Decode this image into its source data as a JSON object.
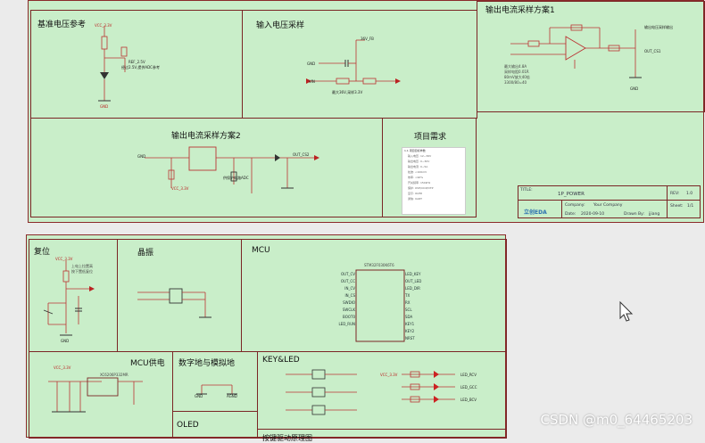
{
  "sheet1": {
    "sections": {
      "vref": "基准电压参考",
      "vin": "输入电压采样",
      "iout1": "输出电流采样方案1",
      "iout2": "输出电流采样方案2",
      "req": "项目需求"
    },
    "notes": {
      "vref_note": "经过2.5V,提供ADC参考",
      "vin_note": "最大36V,采样3.3V",
      "iout1_note_1": "最大输出4.8A",
      "iout1_note_2": "采样电阻0.01R",
      "iout1_note_3": "80mV放大40倍",
      "iout1_note_4": "3300/80=40",
      "iout1_out": "输出电压采样输出",
      "iout2_note": "供保护电路ADC"
    },
    "nets": {
      "vcc33": "VCC_3.3V",
      "vref25": "REF_2.5V",
      "v36": "36V_FB",
      "gnd": "GND",
      "vin": "VIN",
      "out_cs1": "OUT_CS1",
      "out_cs2": "OUT_CS2"
    },
    "req_lines": [
      "1.1 项目目标参数",
      "输入电压: 12~36V",
      "输出电压: 0~30V",
      "输出电流: 0~5A",
      "纹波: <100mV",
      "效率: >90%",
      "开关频率: 150kHz",
      "保护: OVP/OCP/OTP",
      "显示: OLED",
      "通信: UART"
    ],
    "title_block": {
      "title_label": "TITLE:",
      "title_value": "1P_POWER",
      "rev_label": "REV:",
      "rev_value": "1.0",
      "logo": "立创EDA",
      "company_label": "Company:",
      "company_value": "Your Company",
      "sheet_label": "Sheet:",
      "sheet_value": "1/1",
      "date_label": "Date:",
      "date_value": "2020-09-10",
      "drawn_label": "Drawn By:",
      "drawn_value": "jjiang"
    }
  },
  "sheet2": {
    "sections": {
      "reset": "复位",
      "crystal": "晶振",
      "mcu": "MCU",
      "mcu_power": "MCU供电",
      "dgnd": "数字地与模拟地",
      "keyled": "KEY&LED",
      "oled": "OLED",
      "bottom": "按键驱动原理图"
    },
    "notes": {
      "reset_note_1": "上电上拉置高",
      "reset_note_2": "按下置低复位",
      "agnd": "AGND",
      "dgnd_net": "GND",
      "mcu_part": "STM32F030K6T6",
      "ldo_part": "XC6206P332MR"
    },
    "mcu_left_pins": [
      "OUT_CV",
      "OUT_CC",
      "IN_CV",
      "IN_CS",
      "SWDIO",
      "SWCLK",
      "BOOT0",
      "LED_RUN"
    ],
    "mcu_right_pins": [
      "LED_KEY",
      "OUT_LED",
      "LED_DIR",
      "TX",
      "RX",
      "SCL",
      "SDA",
      "KEY1",
      "KEY2",
      "NRST"
    ],
    "led_nets": [
      "LED_RCV",
      "LED_GCC",
      "LED_BCV"
    ]
  },
  "watermark": "CSDN @m0_64465203"
}
